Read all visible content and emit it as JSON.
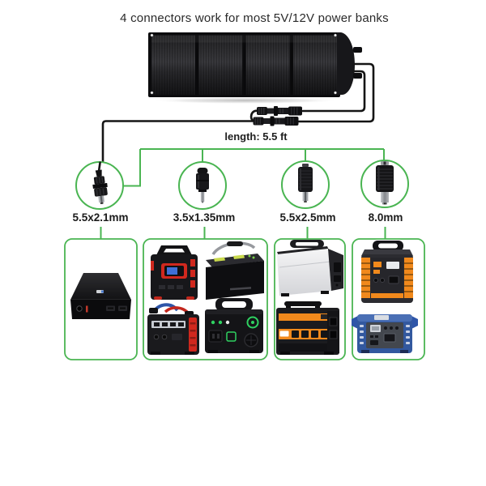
{
  "title": "4 connectors work for most 5V/12V power banks",
  "cable": {
    "length_label": "length: 5.5 ft"
  },
  "solar_panel": {
    "icon": "foldable-solar-panel",
    "panel_sections": 4
  },
  "connectors": [
    {
      "size": "5.5x2.1mm",
      "icon": "dc-plug-5.5x2.1-icon"
    },
    {
      "size": "3.5x1.35mm",
      "icon": "dc-plug-3.5x1.35-icon"
    },
    {
      "size": "5.5x2.5mm",
      "icon": "dc-plug-5.5x2.5-icon"
    },
    {
      "size": "8.0mm",
      "icon": "dc-plug-8.0-icon"
    }
  ],
  "device_groups": [
    {
      "connector_size": "5.5x2.1mm",
      "devices": [
        "slim-laptop-power-bank"
      ]
    },
    {
      "connector_size": "3.5x1.35mm",
      "devices": [
        "black-red-display-power-station",
        "black-cube-power-station",
        "rugged-jump-starter-power-station",
        "black-green-accent-power-station"
      ]
    },
    {
      "connector_size": "5.5x2.5mm",
      "devices": [
        "silver-power-station",
        "black-orange-stripe-power-station"
      ]
    },
    {
      "connector_size": "8.0mm",
      "devices": [
        "orange-power-station",
        "blue-power-station"
      ]
    }
  ],
  "colors": {
    "accent_green": "#4ab552",
    "cable_black": "#151515",
    "text_dark": "#2a2a2a",
    "device_red": "#d0281e",
    "device_orange": "#f1891c",
    "device_blue": "#3256a0",
    "device_silver": "#e9eaec",
    "device_green": "#2fd161"
  }
}
